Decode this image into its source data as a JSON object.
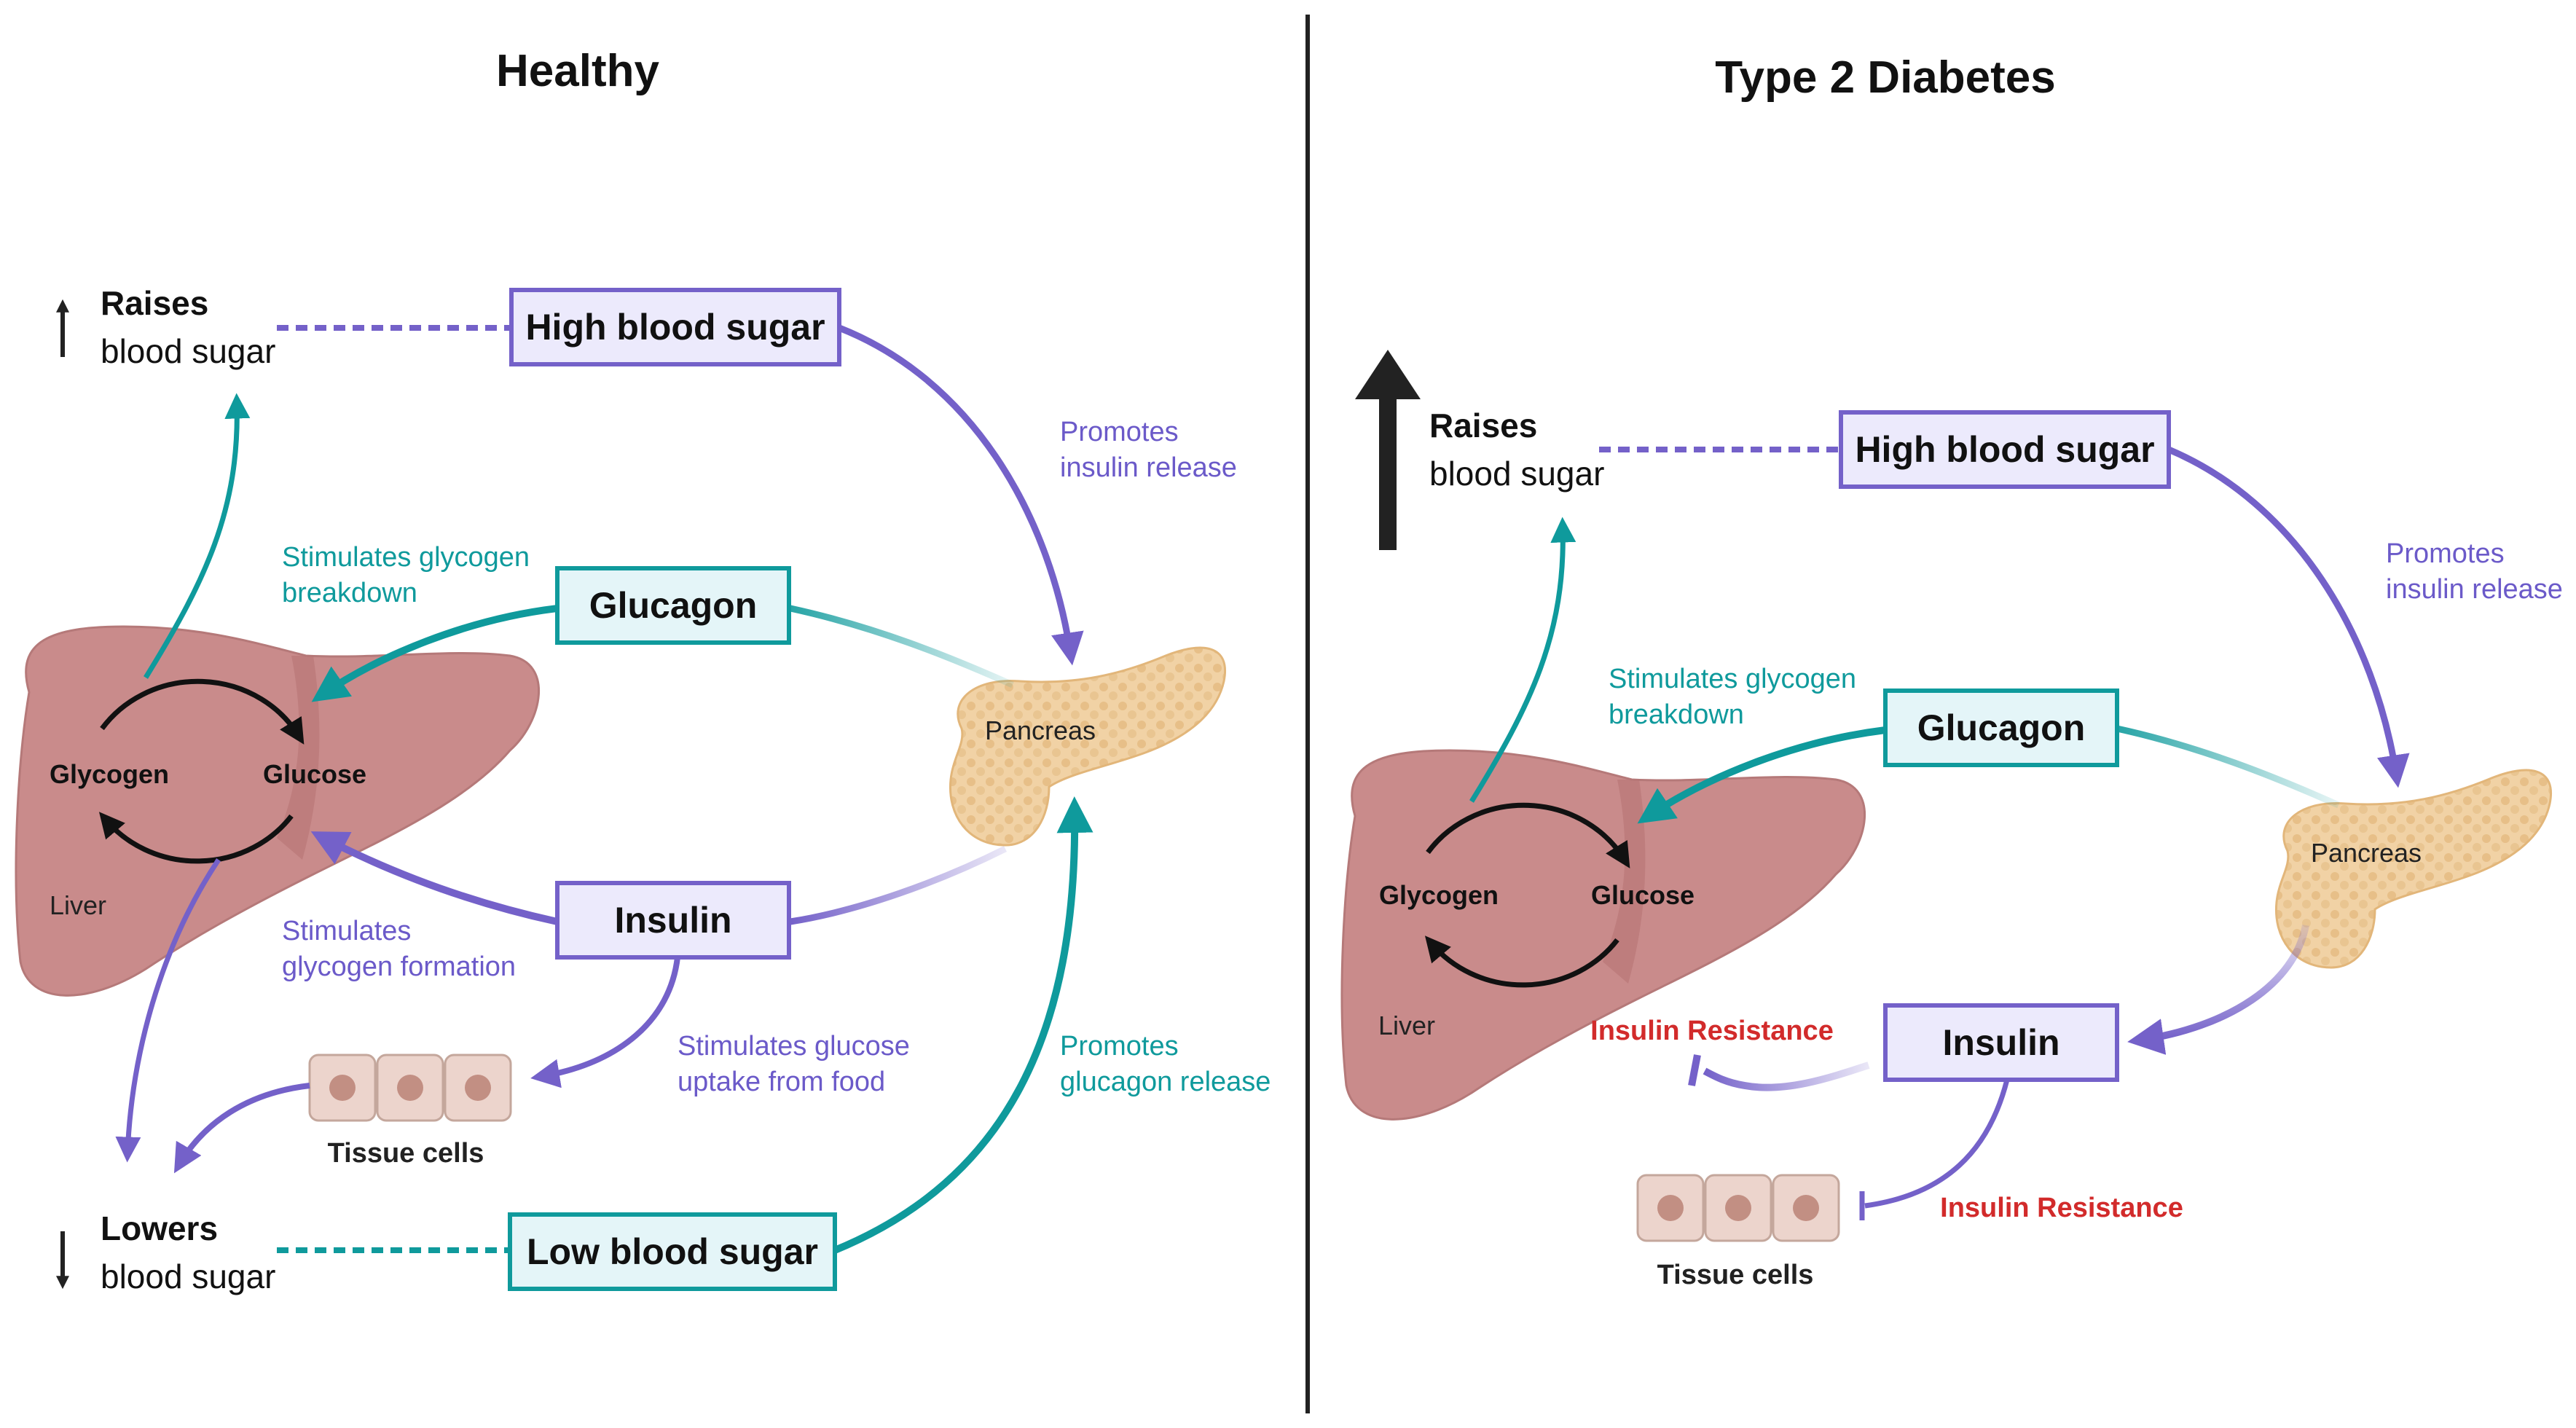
{
  "colors": {
    "purple": "#7461c9",
    "teal": "#0f9a9c",
    "purple_box_fill": "#eceafc",
    "teal_box_fill": "#e4f5f8",
    "liver": "#c98b8b",
    "pancreas": "#f0cf9f",
    "red": "#d22b2b",
    "divider": "#222222"
  },
  "healthy": {
    "title": "Healthy",
    "raises_bold": "Raises",
    "raises_text": "blood sugar",
    "lowers_bold": "Lowers",
    "lowers_text": "blood sugar",
    "high_box": "High blood sugar",
    "low_box": "Low blood sugar",
    "glucagon_box": "Glucagon",
    "insulin_box": "Insulin",
    "promotes_insulin_1": "Promotes",
    "promotes_insulin_2": "insulin release",
    "promotes_glucagon_1": "Promotes",
    "promotes_glucagon_2": "glucagon release",
    "stim_breakdown_1": "Stimulates glycogen",
    "stim_breakdown_2": "breakdown",
    "stim_formation_1": "Stimulates",
    "stim_formation_2": "glycogen formation",
    "stim_uptake_1": "Stimulates glucose",
    "stim_uptake_2": "uptake from food",
    "pancreas": "Pancreas",
    "glycogen": "Glycogen",
    "glucose": "Glucose",
    "liver": "Liver",
    "tissue_cells": "Tissue cells"
  },
  "diabetes": {
    "title": "Type 2 Diabetes",
    "raises_bold": "Raises",
    "raises_text": "blood sugar",
    "high_box": "High blood sugar",
    "glucagon_box": "Glucagon",
    "insulin_box": "Insulin",
    "promotes_insulin_1": "Promotes",
    "promotes_insulin_2": "insulin release",
    "stim_breakdown_1": "Stimulates glycogen",
    "stim_breakdown_2": "breakdown",
    "pancreas": "Pancreas",
    "glycogen": "Glycogen",
    "glucose": "Glucose",
    "liver": "Liver",
    "tissue_cells": "Tissue cells",
    "resistance_liver": "Insulin Resistance",
    "resistance_cells": "Insulin Resistance"
  }
}
